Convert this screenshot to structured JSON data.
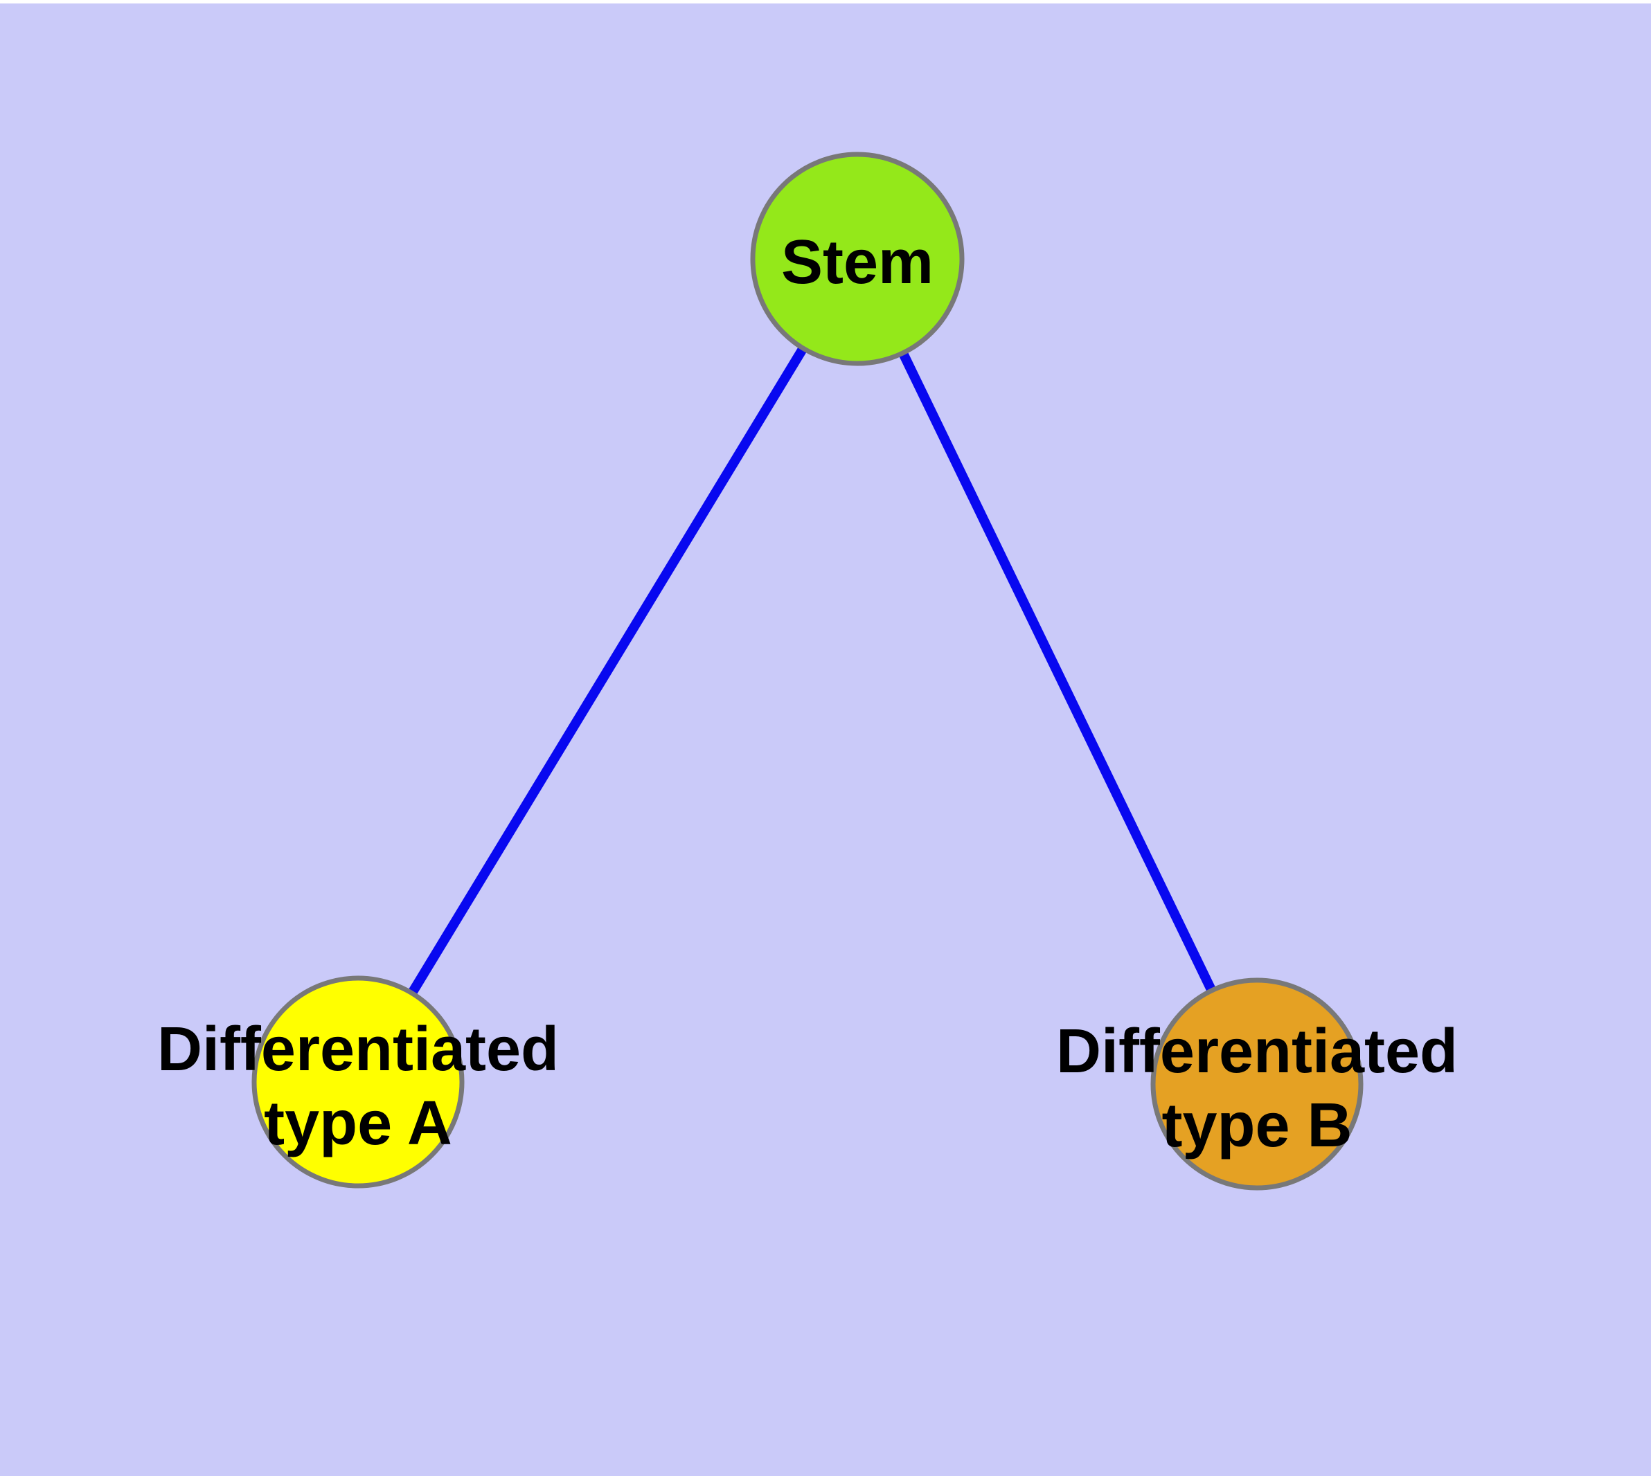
{
  "diagram": {
    "background_color": "#cacaf9",
    "frame_color": "#ffffff",
    "edge_color": "#0808f0",
    "node_border_color": "#787878",
    "label_color": "#000000",
    "nodes": [
      {
        "id": "stem",
        "label": "Stem",
        "color": "#94e81a"
      },
      {
        "id": "differentiated-type-a",
        "label_line1": "Differentiated",
        "label_line2": "type A",
        "color": "#ffff00"
      },
      {
        "id": "differentiated-type-b",
        "label_line1": "Differentiated",
        "label_line2": "type B",
        "color": "#e5a123"
      }
    ],
    "edges": [
      {
        "from": "Stem",
        "to": "Differentiated type A"
      },
      {
        "from": "Stem",
        "to": "Differentiated type B"
      }
    ]
  }
}
